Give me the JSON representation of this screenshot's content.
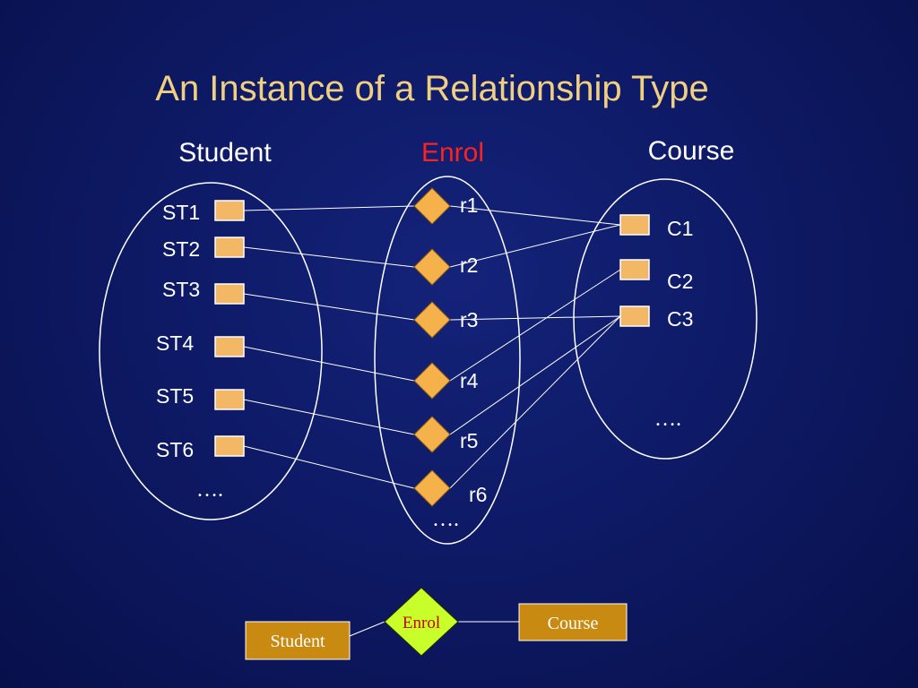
{
  "title": "An Instance of a Relationship Type",
  "colors": {
    "title": "#f0d080",
    "text": "#ffffff",
    "enrol_heading": "#ff2020",
    "entity_box": "#f2b866",
    "diamond": "#f5b14a",
    "erd_box": "#c98a12",
    "erd_diamond": "#c8ff2a",
    "erd_enrol_text": "#cc0000"
  },
  "sets": {
    "student": {
      "heading": "Student",
      "more": "…."
    },
    "enrol": {
      "heading": "Enrol",
      "more": "…."
    },
    "course": {
      "heading": "Course",
      "more": "…."
    }
  },
  "students": [
    {
      "label": "ST1"
    },
    {
      "label": "ST2"
    },
    {
      "label": "ST3"
    },
    {
      "label": "ST4"
    },
    {
      "label": "ST5"
    },
    {
      "label": "ST6"
    }
  ],
  "relationships": [
    {
      "label": "r1",
      "student": "ST1",
      "course": "C1"
    },
    {
      "label": "r2",
      "student": "ST2",
      "course": "C1"
    },
    {
      "label": "r3",
      "student": "ST3",
      "course": "C3"
    },
    {
      "label": "r4",
      "student": "ST4",
      "course": "C2"
    },
    {
      "label": "r5",
      "student": "ST5",
      "course": "C3"
    },
    {
      "label": "r6",
      "student": "ST6",
      "course": "C3"
    }
  ],
  "courses": [
    {
      "label": "C1"
    },
    {
      "label": "C2"
    },
    {
      "label": "C3"
    }
  ],
  "erd": {
    "entity_left": "Student",
    "relationship": "Enrol",
    "entity_right": "Course"
  }
}
